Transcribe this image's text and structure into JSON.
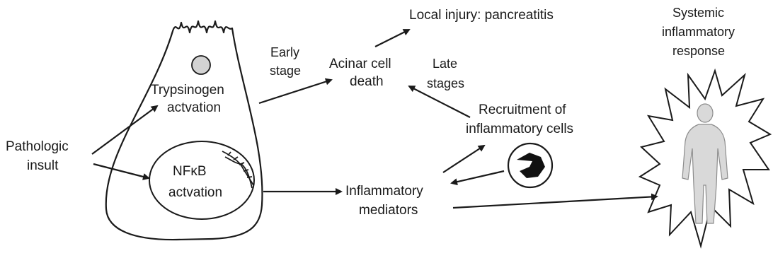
{
  "labels": {
    "pathologic": "Pathologic",
    "insult": "insult",
    "trypsinogen": "Trypsinogen",
    "trypsinogen_activation": "actvation",
    "nfkb": "NFκB",
    "nfkb_activation": "actvation",
    "early": "Early",
    "stage": "stage",
    "acinar_line1": "Acinar cell",
    "acinar_line2": "death",
    "local_injury": "Local injury: pancreatitis",
    "late": "Late",
    "stages": "stages",
    "recruitment_line1": "Recruitment of",
    "recruitment_line2": "inflammatory cells",
    "mediators_line1": "Inflammatory",
    "mediators_line2": "mediators",
    "systemic_line1": "Systemic",
    "systemic_line2": "inflammatory",
    "systemic_line3": "response"
  },
  "icons": {
    "granule": "zymogen-granule-icon",
    "dna": "dna-helix-icon",
    "neutrophil": "inflammatory-cell-icon",
    "body": "human-body-icon",
    "burst": "starburst-icon"
  }
}
